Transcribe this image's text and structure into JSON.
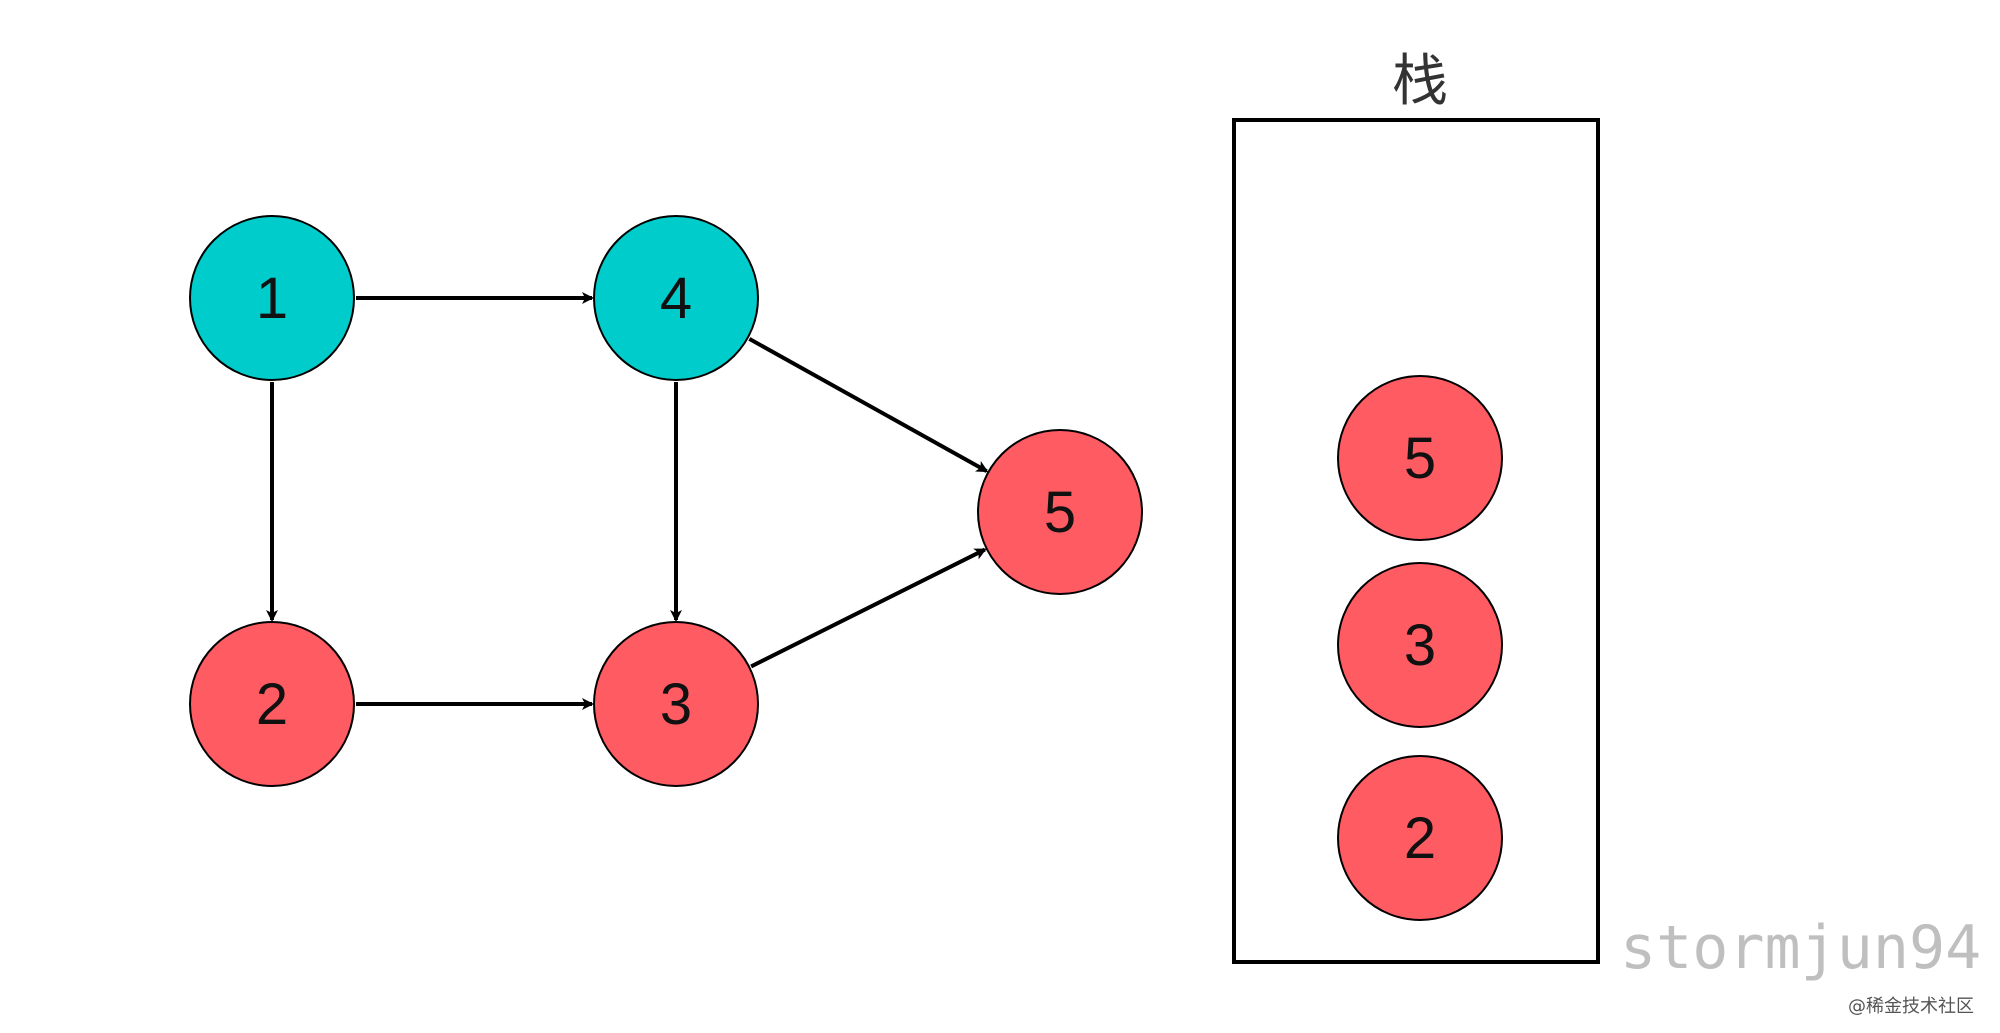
{
  "colors": {
    "visited": "#00CCCC",
    "stacked": "#FF5B63",
    "stroke": "#000000",
    "watermark": "#bfbfbf"
  },
  "graph": {
    "nodes": [
      {
        "id": "1",
        "label": "1",
        "state": "visited"
      },
      {
        "id": "4",
        "label": "4",
        "state": "visited"
      },
      {
        "id": "2",
        "label": "2",
        "state": "stacked"
      },
      {
        "id": "3",
        "label": "3",
        "state": "stacked"
      },
      {
        "id": "5",
        "label": "5",
        "state": "stacked"
      }
    ],
    "edges": [
      {
        "from": "1",
        "to": "4"
      },
      {
        "from": "1",
        "to": "2"
      },
      {
        "from": "4",
        "to": "3"
      },
      {
        "from": "4",
        "to": "5"
      },
      {
        "from": "2",
        "to": "3"
      },
      {
        "from": "3",
        "to": "5"
      }
    ]
  },
  "stack": {
    "title": "栈",
    "items_top_to_bottom": [
      "5",
      "3",
      "2"
    ]
  },
  "watermark": "stormjun94",
  "source_mark": "@稀金技术社区"
}
